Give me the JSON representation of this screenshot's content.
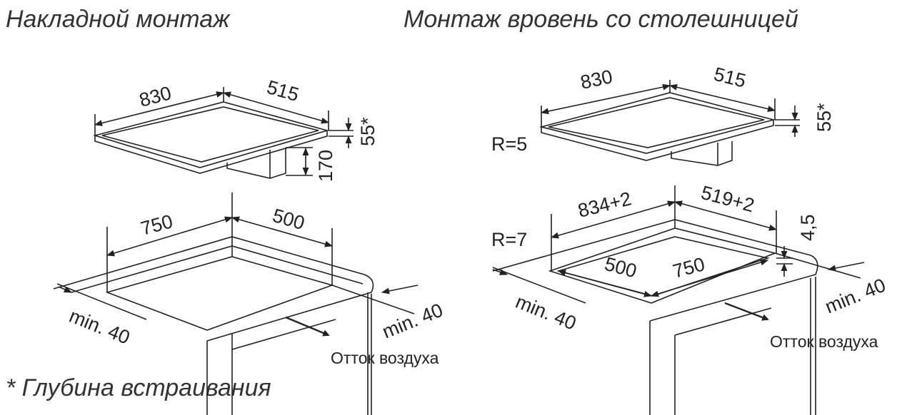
{
  "left": {
    "title": "Накладной монтаж",
    "hob": {
      "width": "830",
      "depth": "515",
      "height": "55*",
      "box_height": "170"
    },
    "cutout": {
      "width": "750",
      "depth": "500",
      "min_front": "min. 40",
      "min_side": "min. 40"
    },
    "airflow": "Отток воздуха"
  },
  "right": {
    "title": "Монтаж вровень со столешницей",
    "hob": {
      "width": "830",
      "depth": "515",
      "height": "55*",
      "radius": "R=5"
    },
    "cutout": {
      "outer_width": "834+2",
      "outer_depth": "519+2",
      "step": "4,5",
      "radius": "R=7",
      "inner_depth": "500",
      "inner_width": "750",
      "min_front": "min. 40",
      "min_side": "min. 40"
    },
    "airflow": "Отток воздуха"
  },
  "footnote": "* Глубина встраивания"
}
